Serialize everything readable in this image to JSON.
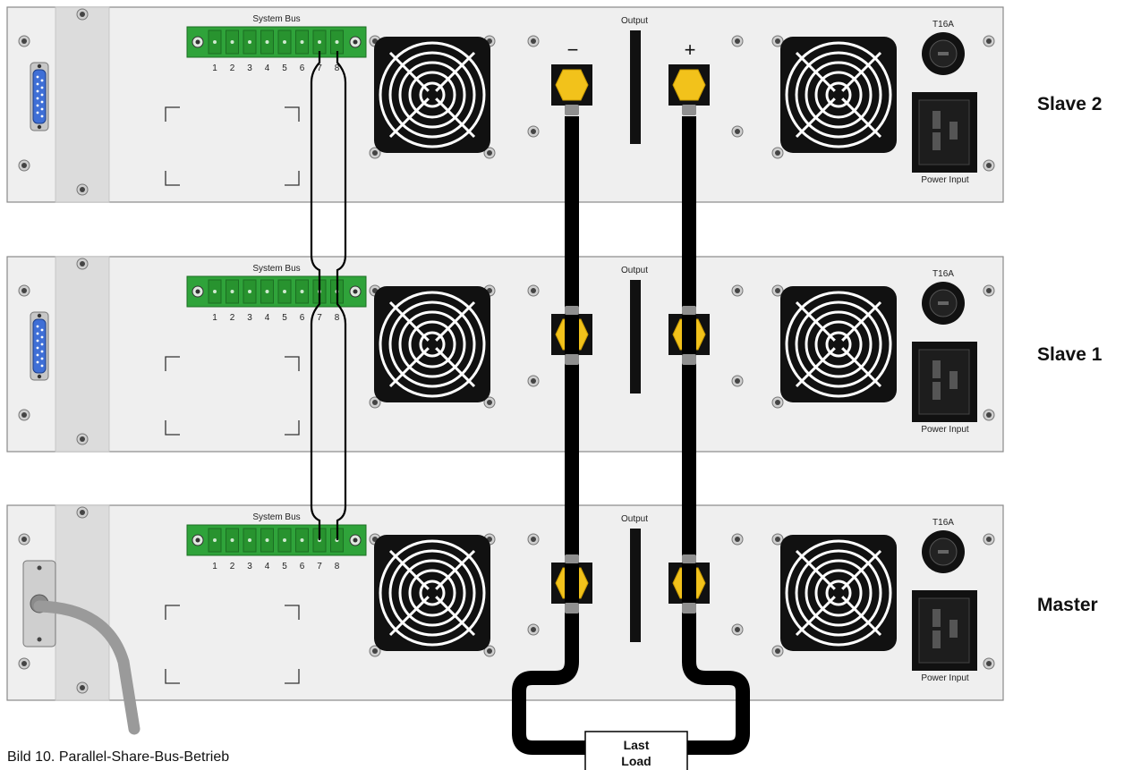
{
  "units": [
    {
      "id": "slave-2",
      "name": "Slave 2"
    },
    {
      "id": "slave-1",
      "name": "Slave 1"
    },
    {
      "id": "master",
      "name": "Master"
    }
  ],
  "panel_labels": {
    "system_bus": "System Bus",
    "output": "Output",
    "fuse": "T16A",
    "power_input": "Power Input",
    "minus": "−",
    "plus": "+",
    "pins": [
      "1",
      "2",
      "3",
      "4",
      "5",
      "6",
      "7",
      "8"
    ]
  },
  "load": {
    "line1": "Last",
    "line2": "Load"
  },
  "caption": "Bild 10. Parallel-Share-Bus-Betrieb",
  "colors": {
    "panel": "#efefef",
    "panel_border": "#8a8a8a",
    "terminal_green": "#2fa33a",
    "terminal_yellow": "#f2c21b",
    "cable": "#000000",
    "dsub_blue": "#3f6fd6",
    "grey_cable": "#9a9a9a"
  },
  "icons": [
    "fan-icon",
    "dsub-connector-icon",
    "fuse-holder-icon",
    "power-socket-icon",
    "screw-icon"
  ]
}
